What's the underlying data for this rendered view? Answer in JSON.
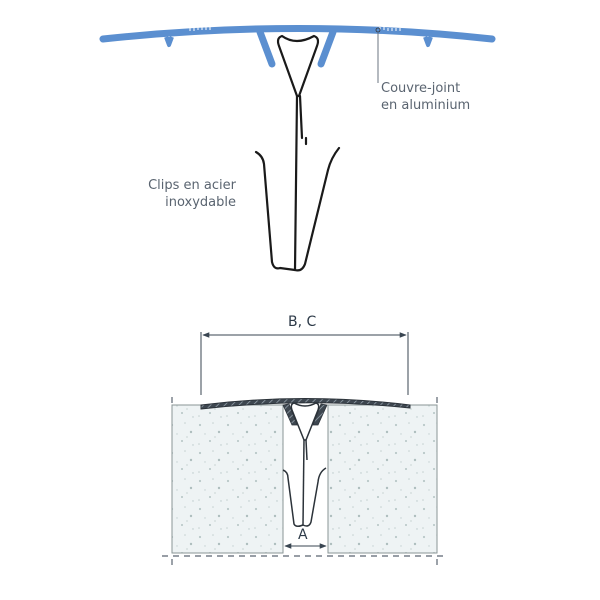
{
  "diagram": {
    "top_view": {
      "labels": {
        "cover": [
          "Couvre-joint",
          "en aluminium"
        ],
        "clips": [
          "Clips en acier",
          "inoxydable"
        ]
      },
      "colors": {
        "cover_fill": "#5b8fd0",
        "clip_stroke": "#1a1a1a",
        "leader_line": "#6b7480",
        "label_text": "#5a6470"
      }
    },
    "section_view": {
      "dimensions": {
        "width_label": "B, C",
        "gap_label": "A"
      },
      "colors": {
        "concrete_fill": "#eef3f4",
        "concrete_speckle": "#b9c8c8",
        "concrete_border": "#8a9696",
        "profile_fill": "#4b5560",
        "dimension_line": "#3a4652"
      }
    }
  }
}
